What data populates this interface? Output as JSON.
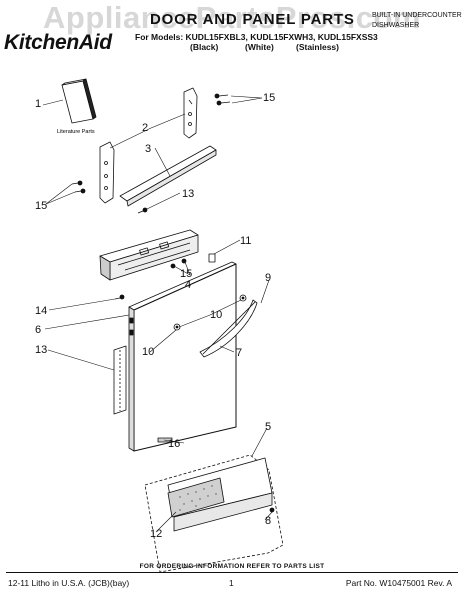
{
  "header": {
    "watermark": "AppliancePartsPros.com",
    "brand": "KitchenAid",
    "title": "DOOR AND PANEL PARTS",
    "models_line": "For Models: KUDL15FXBL3, KUDL15FXWH3, KUDL15FXSS3",
    "model_colors": [
      "(Black)",
      "(White)",
      "(Stainless)"
    ],
    "right_note": [
      "BUILT-IN UNDERCOUNTER",
      "DISHWASHER"
    ]
  },
  "diagram": {
    "literature_label": "Literature Parts",
    "callouts": [
      "1",
      "2",
      "3",
      "15",
      "13",
      "15",
      "11",
      "15",
      "4",
      "14",
      "9",
      "6",
      "10",
      "13",
      "10",
      "7",
      "16",
      "5",
      "8",
      "12"
    ]
  },
  "footer": {
    "ordering_note": "FOR ORDERING INFORMATION REFER TO PARTS LIST",
    "left": "12-11 Litho in U.S.A. (JCB)(bay)",
    "page": "1",
    "right": "Part No. W10475001 Rev. A"
  }
}
